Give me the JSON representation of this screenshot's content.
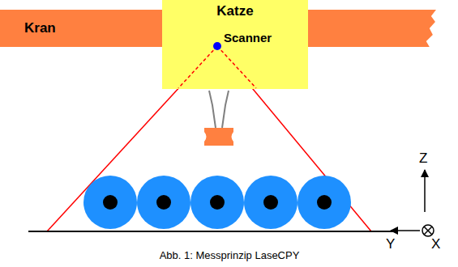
{
  "diagram": {
    "caption": "Abb. 1: Messprinzip LaseCPY",
    "nodes": [
      {
        "text": [
          "Kran"
        ]
      },
      {
        "text": [
          "Katze"
        ]
      }
    ],
    "labels": [
      "Scanner",
      "Z",
      "Y",
      "X"
    ]
  }
}
